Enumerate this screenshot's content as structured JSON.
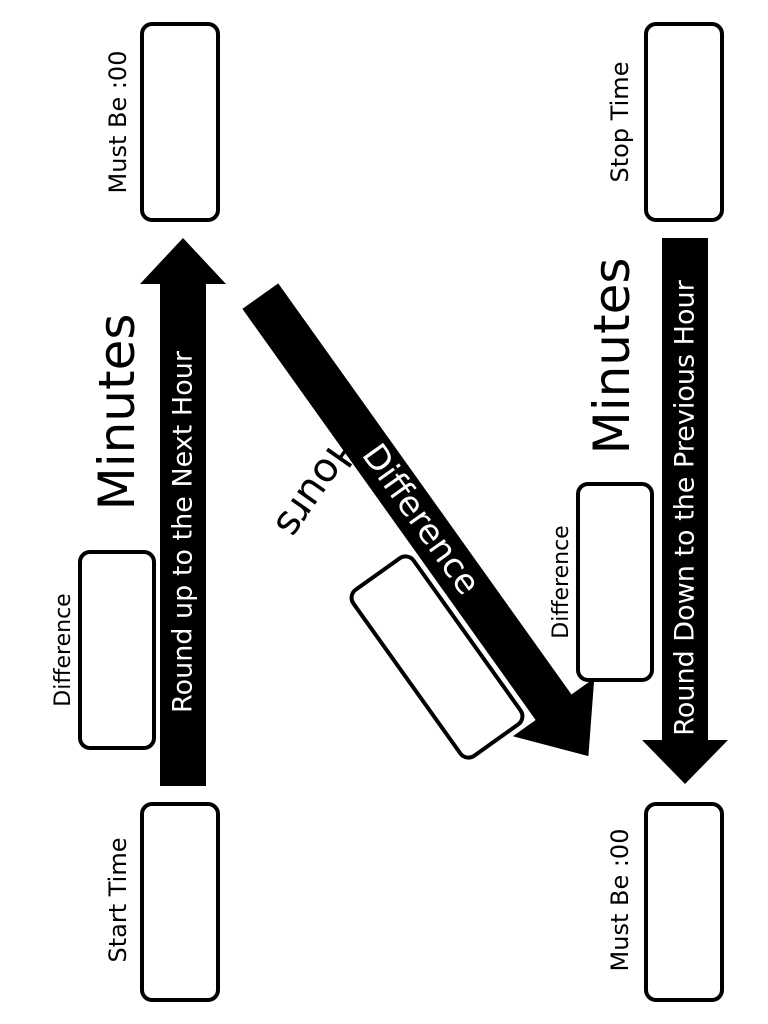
{
  "top_row": {
    "start_label": "Start Time",
    "must_be_label": "Must Be :00",
    "difference_label": "Difference",
    "minutes_label": "Minutes",
    "round_up_label": "Round up to the Next Hour"
  },
  "bottom_row": {
    "must_be_label": "Must Be :00",
    "stop_label": "Stop Time",
    "difference_label": "Difference",
    "minutes_label": "Minutes",
    "round_down_label": "Round Down to the Previous Hour"
  },
  "middle": {
    "hours_label": "Hours",
    "difference_label": "Difference"
  },
  "colors": {
    "ink": "#000000",
    "paper": "#ffffff"
  }
}
